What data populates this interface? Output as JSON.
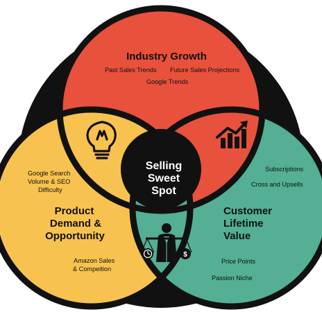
{
  "colors": {
    "red": "#E8513C",
    "yellow": "#F7C24F",
    "teal": "#54AF94",
    "dark": "#111111"
  },
  "icons": {
    "top_left_lens": "lightbulb-icon",
    "top_right_lens": "growth-chart-icon",
    "bottom_lens": "businessman-scales-icon"
  },
  "industry_growth": {
    "title": "Industry Growth",
    "items": [
      "Past Sales Trends",
      "Future Sales Projections",
      "Google Trends"
    ]
  },
  "product_demand": {
    "title_lines": [
      "Product",
      "Demand &",
      "Opportunity"
    ],
    "items_top": [
      "Google Search",
      "Volume & SEO",
      "Difficulty"
    ],
    "items_bottom": [
      "Amazon Sales",
      "& Compeition"
    ]
  },
  "customer_lifetime_value": {
    "title_lines": [
      "Customer",
      "Lifetime",
      "Value"
    ],
    "items_top": [
      "Subscriptions",
      "Cross and Upsells"
    ],
    "items_bottom": [
      "Price Points",
      "Passion Niche"
    ]
  },
  "center": {
    "lines": [
      "Selling",
      "Sweet",
      "Spot"
    ]
  }
}
